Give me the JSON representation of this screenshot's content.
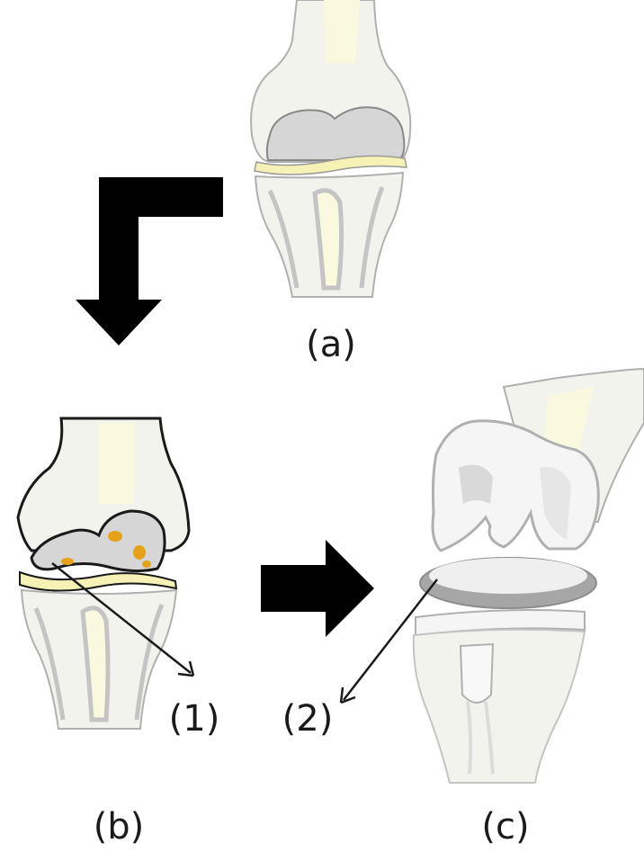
{
  "labels": {
    "a": "(a)",
    "b": "(b)",
    "c": "(c)",
    "marker_1": "(1)",
    "marker_2": "(2)"
  },
  "colors": {
    "bone": "#f3f3ee",
    "bone_shade": "#fbf8e0",
    "cartilage": "#f6f1b4",
    "femur_condyle": "#d6d6d6",
    "worn_cartilage": "#e5a11a",
    "implant_ring": "#a6a6a6",
    "outline": "#1a1a1a",
    "sketch": "#b0b0b0",
    "arrow": "#000000"
  }
}
